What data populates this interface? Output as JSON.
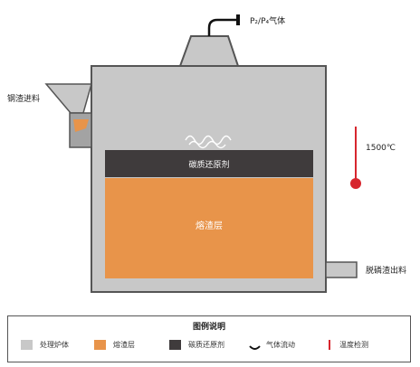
{
  "labels": {
    "gas_outlet": "P₂/P₄气体",
    "feed_inlet": "钢渣进料",
    "temperature": "1500℃",
    "carbon_layer": "碳质还原剂",
    "slag_layer": "熔渣层",
    "discharge_outlet": "脱磷渣出料"
  },
  "legend": {
    "title": "图例说明",
    "items": [
      {
        "label": "处理炉体",
        "kind": "swatch",
        "color": "#c8c8c8"
      },
      {
        "label": "熔渣层",
        "kind": "swatch",
        "color": "#e8944a"
      },
      {
        "label": "碳质还原剂",
        "kind": "swatch",
        "color": "#3f3b3c"
      },
      {
        "label": "气体流动",
        "kind": "flow",
        "color": "#111111"
      },
      {
        "label": "温度检测",
        "kind": "temp",
        "color": "#d7262e"
      }
    ]
  },
  "colors": {
    "furnace": "#c8c8c8",
    "outline": "#555555",
    "slag": "#e8944a",
    "carbon": "#3f3b3c",
    "gas_flow": "#ffffff",
    "thermometer": "#d7262e"
  }
}
